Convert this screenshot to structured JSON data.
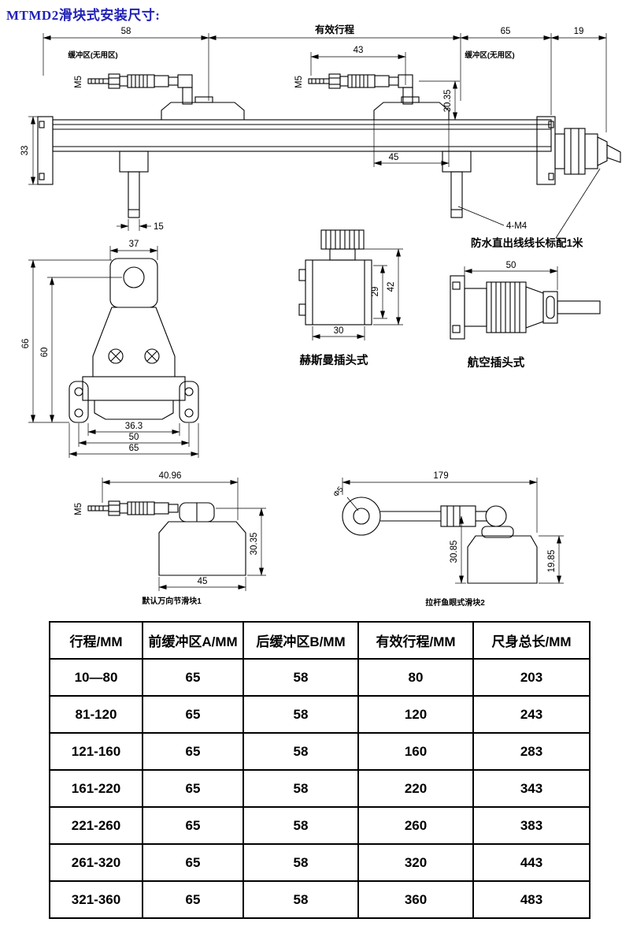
{
  "title": "MTMD2滑块式安装尺寸:",
  "colors": {
    "title_blue": "#2121b8",
    "line_black": "#000000"
  },
  "main_view": {
    "dim_left_buffer": "58",
    "label_effective_stroke": "有效行程",
    "dim_right_buffer": "65",
    "dim_gland": "19",
    "label_buffer_zone_left": "缓冲区(无用区)",
    "label_buffer_zone_right": "缓冲区(无用区)",
    "dim_43": "43",
    "label_m5_left": "M5",
    "label_m5_mid": "M5",
    "dim_3035": "30.35",
    "dim_45": "45",
    "dim_33": "33",
    "dim_15": "15",
    "label_4m4": "4-M4",
    "cable_note": "防水直出线线长标配1米"
  },
  "front_view": {
    "dim_37": "37",
    "dim_66": "66",
    "dim_60": "60",
    "dim_363": "36.3",
    "dim_50": "50",
    "dim_65": "65"
  },
  "hirschmann": {
    "label": "赫斯曼插头式",
    "dim_29": "29",
    "dim_42": "42",
    "dim_30": "30"
  },
  "aviation": {
    "label": "航空插头式",
    "dim_50": "50"
  },
  "slider1": {
    "label": "默认万向节滑块1",
    "dim_4096": "40.96",
    "label_m5": "M5",
    "dim_3035": "30.35",
    "dim_45": "45"
  },
  "slider2": {
    "label": "拉杆鱼眼式滑块2",
    "dim_179": "179",
    "label_phi5": "Φ5",
    "dim_3085": "30.85",
    "dim_1985": "19.85"
  },
  "table": {
    "headers": [
      "行程/MM",
      "前缓冲区A/MM",
      "后缓冲区B/MM",
      "有效行程/MM",
      "尺身总长/MM"
    ],
    "rows": [
      [
        "10—80",
        "65",
        "58",
        "80",
        "203"
      ],
      [
        "81-120",
        "65",
        "58",
        "120",
        "243"
      ],
      [
        "121-160",
        "65",
        "58",
        "160",
        "283"
      ],
      [
        "161-220",
        "65",
        "58",
        "220",
        "343"
      ],
      [
        "221-260",
        "65",
        "58",
        "260",
        "383"
      ],
      [
        "261-320",
        "65",
        "58",
        "320",
        "443"
      ],
      [
        "321-360",
        "65",
        "58",
        "360",
        "483"
      ]
    ]
  }
}
